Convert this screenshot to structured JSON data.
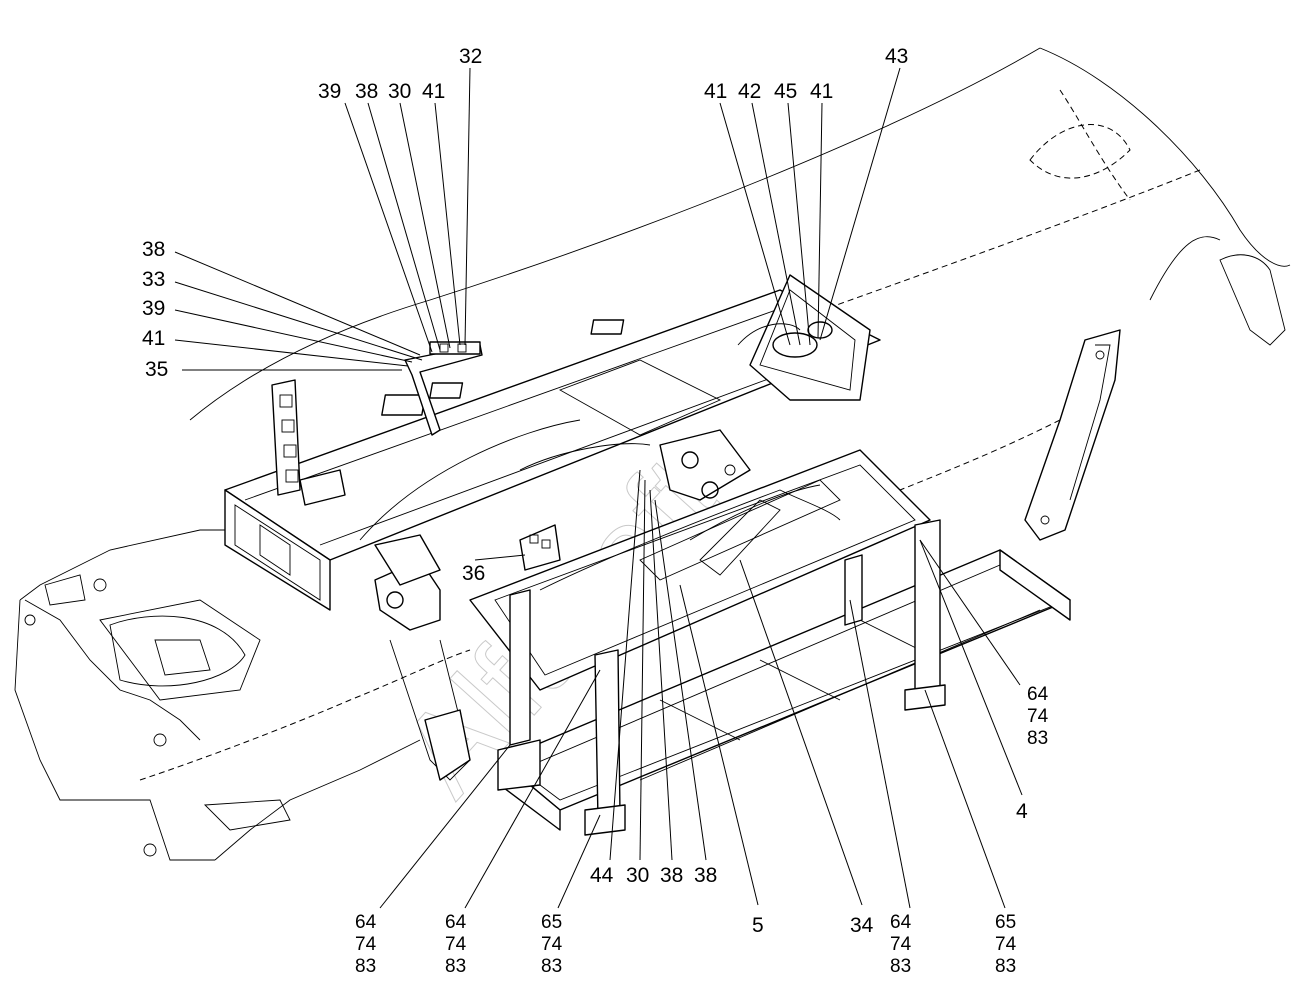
{
  "callouts": {
    "c32": "32",
    "c39_top": "39",
    "c38_top": "38",
    "c30_top": "30",
    "c41_top": "41",
    "c38_left": "38",
    "c33": "33",
    "c39_left": "39",
    "c41_left": "41",
    "c35": "35",
    "c43": "43",
    "c41_right_a": "41",
    "c42": "42",
    "c45": "45",
    "c41_right_b": "41",
    "c36": "36",
    "c44": "44",
    "c30_bottom": "30",
    "c38_bottom_a": "38",
    "c38_bottom_b": "38",
    "c5": "5",
    "c34": "34",
    "c4": "4"
  },
  "stacked_callouts": [
    {
      "id": "s1",
      "lines": [
        "64",
        "74",
        "83"
      ]
    },
    {
      "id": "s2",
      "lines": [
        "64",
        "74",
        "83"
      ]
    },
    {
      "id": "s3",
      "lines": [
        "65",
        "74",
        "83"
      ]
    },
    {
      "id": "s4",
      "lines": [
        "64",
        "74",
        "83"
      ]
    },
    {
      "id": "s5",
      "lines": [
        "65",
        "74",
        "83"
      ]
    },
    {
      "id": "s6",
      "lines": [
        "64",
        "74",
        "83"
      ]
    }
  ],
  "watermark": "Alfasoft"
}
